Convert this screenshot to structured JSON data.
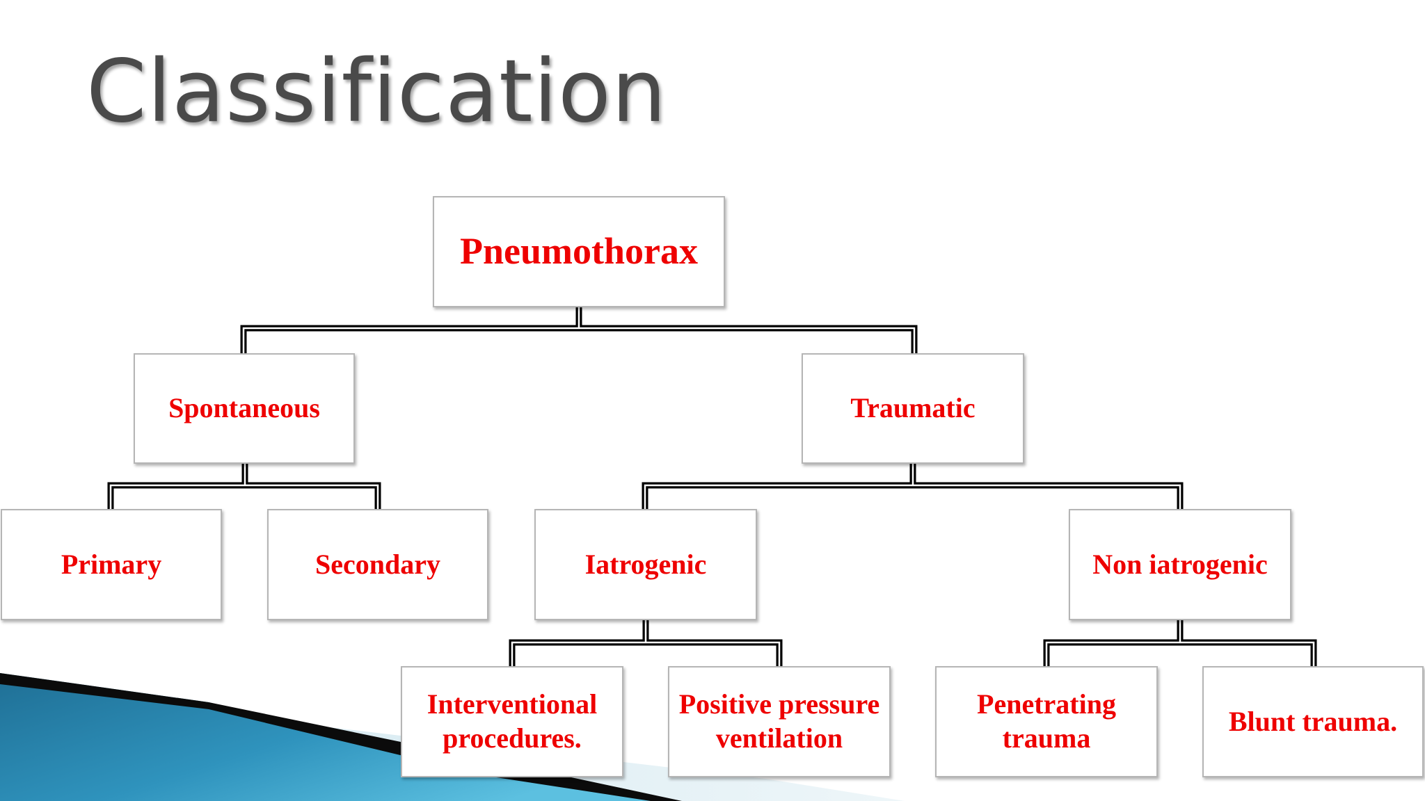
{
  "title": "Classification",
  "colors": {
    "node_text": "#ee0000",
    "title_text": "#4a4a4a",
    "connector": "#000000",
    "node_border": "#b5b5b5"
  },
  "diagram": {
    "root": "Pneumothorax",
    "level1": {
      "spontaneous": "Spontaneous",
      "traumatic": "Traumatic"
    },
    "level2": {
      "primary": "Primary",
      "secondary": "Secondary",
      "iatrogenic": "Iatrogenic",
      "non_iatrogenic": "Non iatrogenic"
    },
    "level3": {
      "interventional": [
        "Interventional",
        "procedures."
      ],
      "positive_pressure": [
        "Positive pressure",
        "ventilation"
      ],
      "penetrating": [
        "Penetrating",
        "trauma"
      ],
      "blunt": "Blunt trauma."
    }
  }
}
